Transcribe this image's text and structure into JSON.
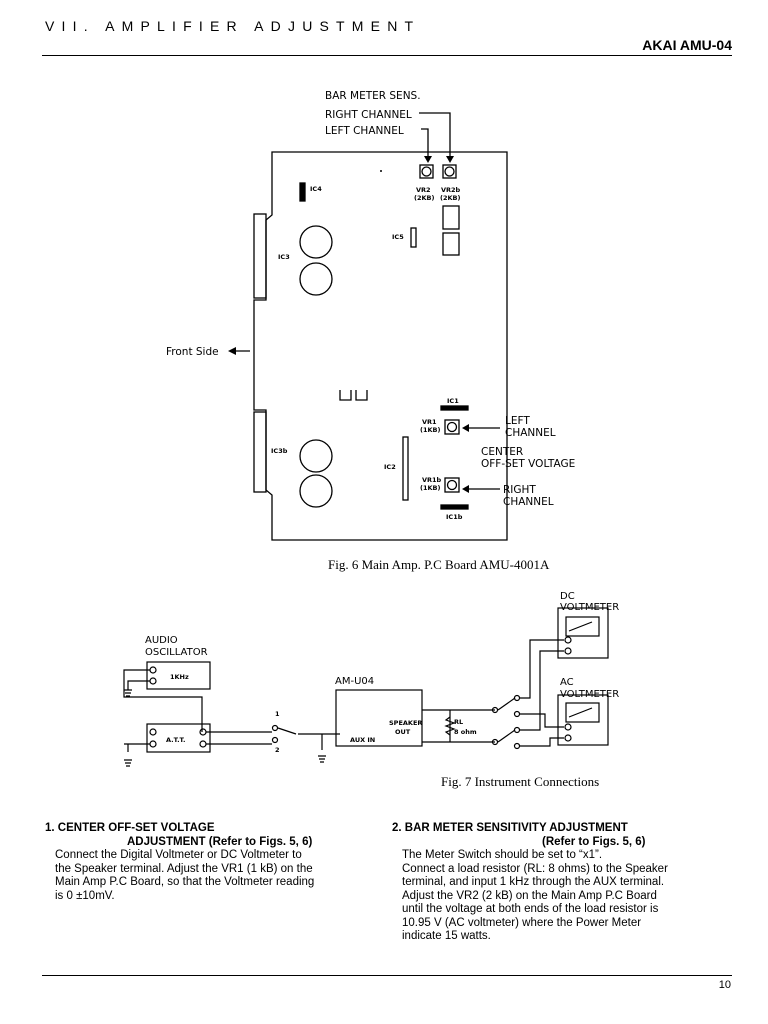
{
  "header": {
    "section_title": "VII. AMPLIFIER ADJUSTMENT",
    "model": "AKAI AMU-04"
  },
  "fig6": {
    "caption": "Fig. 6 Main Amp. P.C Board AMU-4001A",
    "labels": {
      "bar_meter_sens": "BAR METER SENS.",
      "right_channel_top": "RIGHT CHANNEL",
      "left_channel_top": "LEFT CHANNEL",
      "vr2": "VR2",
      "vr2_val": "(2KB)",
      "vr2b": "VR2b",
      "vr2b_val": "(2KB)",
      "ic4": "IC4",
      "ic5": "IC5",
      "ic3": "IC3",
      "front_side": "Front Side",
      "ic1": "IC1",
      "vr1": "VR1",
      "vr1_val": "(1KB)",
      "left_channel_side": [
        "LEFT",
        "CHANNEL"
      ],
      "center_offset": [
        "CENTER",
        "OFF-SET VOLTAGE"
      ],
      "ic3b": "IC3b",
      "ic2": "IC2",
      "vr1b": "VR1b",
      "vr1b_val": "(1KB)",
      "right_channel_side": [
        "RIGHT",
        "CHANNEL"
      ],
      "ic1b": "IC1b"
    }
  },
  "fig7": {
    "caption": "Fig. 7 Instrument Connections",
    "labels": {
      "audio_oscillator": [
        "AUDIO",
        "OSCILLATOR"
      ],
      "khz": "1KHz",
      "att": "A.T.T.",
      "amu04": "AM-U04",
      "aux_in": "AUX IN",
      "speaker_out": [
        "SPEAKER",
        "OUT"
      ],
      "rl": [
        "RL",
        "8 ohm"
      ],
      "dc_voltmeter": [
        "DC",
        "VOLTMETER"
      ],
      "ac_voltmeter": [
        "AC",
        "VOLTMETER"
      ],
      "switch1": "1",
      "switch2": "2"
    }
  },
  "sections": [
    {
      "heading": "1. CENTER OFF-SET VOLTAGE",
      "subheading": "ADJUSTMENT (Refer to Figs. 5, 6)",
      "body": [
        "Connect the Digital Voltmeter or DC Voltmeter to",
        "the Speaker terminal. Adjust the VR1 (1 kB) on the",
        "Main Amp P.C Board, so that the Voltmeter reading",
        "is 0 ±10mV."
      ]
    },
    {
      "heading": "2. BAR METER SENSITIVITY ADJUSTMENT",
      "subheading": "(Refer to Figs. 5, 6)",
      "body": [
        "The Meter Switch should be set to “x1”.",
        "Connect a load resistor (RL: 8 ohms) to the Speaker",
        "terminal, and input 1 kHz through the AUX terminal.",
        "Adjust the VR2 (2 kB) on the Main Amp P.C Board",
        "until the voltage at both ends of the load resistor is",
        "10.95 V (AC voltmeter) where the Power Meter",
        "indicate 15 watts."
      ]
    }
  ],
  "footer": {
    "page_number": "10"
  }
}
